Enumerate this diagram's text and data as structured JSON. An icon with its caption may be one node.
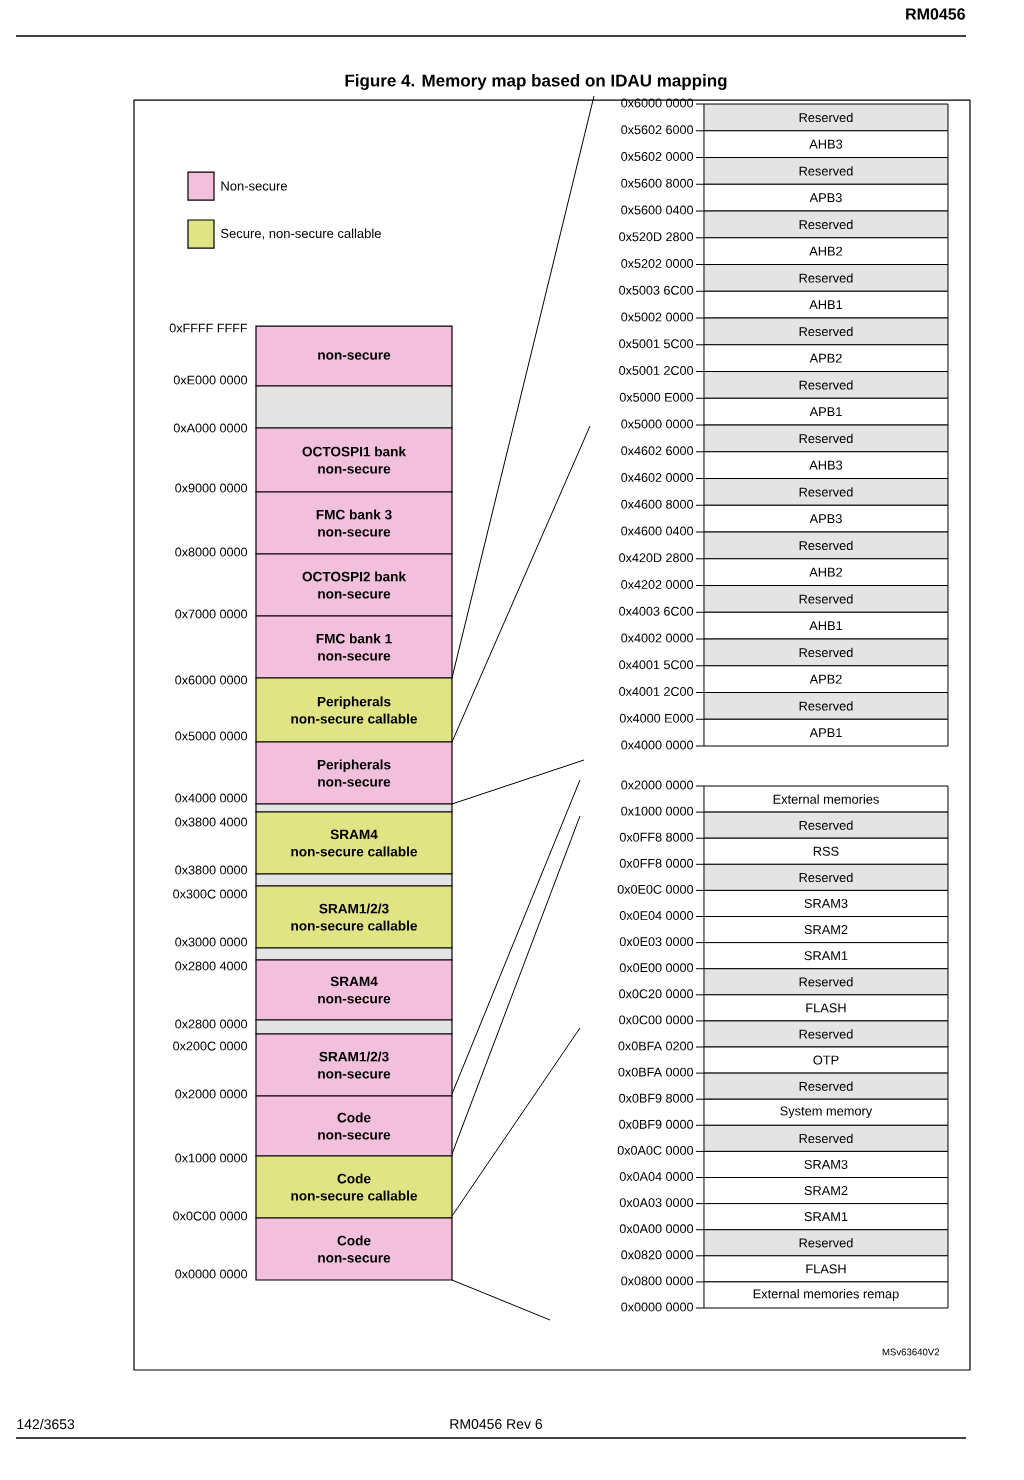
{
  "diagram": {
    "title": "Figure 4. Memory map based on IDAU mapping",
    "nodes": [
      {
        "text": [
          "non-secure"
        ]
      },
      {
        "text": [],
        "shape": "box"
      },
      {
        "text": [
          "OCTOSPI1 bank",
          "non-secure"
        ]
      },
      {
        "text": [
          "FMC bank 3",
          "non-secure"
        ]
      },
      {
        "text": [
          "OCTOSPI2 bank",
          "non-secure"
        ]
      },
      {
        "text": [
          "FMC bank 1",
          "non-secure"
        ]
      },
      {
        "text": [
          "Peripherals",
          "non-secure callable"
        ]
      },
      {
        "text": [
          "Peripherals",
          "non-secure"
        ]
      },
      {
        "text": [],
        "shape": "box"
      },
      {
        "text": [
          "SRAM4",
          "non-secure callable"
        ]
      },
      {
        "text": [],
        "shape": "box"
      },
      {
        "text": [
          "SRAM1/2/3",
          "non-secure callable"
        ]
      },
      {
        "text": [],
        "shape": "box"
      },
      {
        "text": [
          "SRAM4",
          "non-secure"
        ]
      },
      {
        "text": [],
        "shape": "box"
      },
      {
        "text": [
          "SRAM1/2/3",
          "non-secure"
        ]
      },
      {
        "text": [
          "Code",
          "non-secure"
        ]
      },
      {
        "text": [
          "Code",
          "non-secure callable"
        ]
      },
      {
        "text": [
          "Code",
          "non-secure"
        ]
      },
      {
        "text": [
          "Reserved"
        ]
      },
      {
        "text": [
          "AHB3"
        ]
      },
      {
        "text": [
          "Reserved"
        ]
      },
      {
        "text": [
          "APB3"
        ]
      },
      {
        "text": [
          "Reserved"
        ]
      },
      {
        "text": [
          "AHB2"
        ]
      },
      {
        "text": [
          "Reserved"
        ]
      },
      {
        "text": [
          "AHB1"
        ]
      },
      {
        "text": [
          "Reserved"
        ]
      },
      {
        "text": [
          "APB2"
        ]
      },
      {
        "text": [
          "Reserved"
        ]
      },
      {
        "text": [
          "APB1"
        ]
      },
      {
        "text": [
          "Reserved"
        ]
      },
      {
        "text": [
          "AHB3"
        ]
      },
      {
        "text": [
          "Reserved"
        ]
      },
      {
        "text": [
          "APB3"
        ]
      },
      {
        "text": [
          "Reserved"
        ]
      },
      {
        "text": [
          "AHB2"
        ]
      },
      {
        "text": [
          "Reserved"
        ]
      },
      {
        "text": [
          "AHB1"
        ]
      },
      {
        "text": [
          "Reserved"
        ]
      },
      {
        "text": [
          "APB2"
        ]
      },
      {
        "text": [
          "Reserved"
        ]
      },
      {
        "text": [
          "APB1"
        ]
      },
      {
        "text": [
          "External memories"
        ]
      },
      {
        "text": [
          "Reserved"
        ]
      },
      {
        "text": [
          "RSS"
        ]
      },
      {
        "text": [
          "Reserved"
        ]
      },
      {
        "text": [
          "SRAM3"
        ]
      },
      {
        "text": [
          "SRAM2"
        ]
      },
      {
        "text": [
          "SRAM1"
        ]
      },
      {
        "text": [
          "Reserved"
        ]
      },
      {
        "text": [
          "FLASH"
        ]
      },
      {
        "text": [
          "Reserved"
        ]
      },
      {
        "text": [
          "OTP"
        ]
      },
      {
        "text": [
          "Reserved"
        ]
      },
      {
        "text": [
          "System memory"
        ]
      },
      {
        "text": [
          "Reserved"
        ]
      },
      {
        "text": [
          "SRAM3"
        ]
      },
      {
        "text": [
          "SRAM2"
        ]
      },
      {
        "text": [
          "SRAM1"
        ]
      },
      {
        "text": [
          "Reserved"
        ]
      },
      {
        "text": [
          "FLASH"
        ]
      },
      {
        "text": [
          "External memories remap"
        ]
      }
    ],
    "labels": [
      "RM0456",
      "0xFFFF FFFF",
      "0xE000 0000",
      "0xA000 0000",
      "0x9000 0000",
      "0x8000 0000",
      "0x7000 0000",
      "0x6000 0000",
      "0x5000 0000",
      "0x4000 0000",
      "0x3800 4000",
      "0x3800 0000",
      "0x300C 0000",
      "0x3000 0000",
      "0x2800 4000",
      "0x2800 0000",
      "0x200C 0000",
      "0x2000 0000",
      "0x1000 0000",
      "0x0C00 0000",
      "0x0000 0000",
      "0x6000 0000",
      "0x5602 6000",
      "0x5602 0000",
      "0x5600 8000",
      "0x5600 0400",
      "0x520D 2800",
      "0x5202 0000",
      "0x5003 6C00",
      "0x5002 0000",
      "0x5001 5C00",
      "0x5001 2C00",
      "0x5000 E000",
      "0x5000 0000",
      "0x4602 6000",
      "0x4602 0000",
      "0x4600 8000",
      "0x4600 0400",
      "0x420D 2800",
      "0x4202 0000",
      "0x4003 6C00",
      "0x4002 0000",
      "0x4001 5C00",
      "0x4001 2C00",
      "0x4000 E000",
      "0x4000 0000",
      "0x2000 0000",
      "0x1000 0000",
      "0x0FF8 8000",
      "0x0FF8 0000",
      "0x0E0C 0000",
      "0x0E04 0000",
      "0x0E03 0000",
      "0x0E00 0000",
      "0x0C20 0000",
      "0x0C00 0000",
      "0x0BFA 0200",
      "0x0BFA 0000",
      "0x0BF9 8000",
      "0x0BF9 0000",
      "0x0A0C 0000",
      "0x0A04 0000",
      "0x0A03 0000",
      "0x0A00 0000",
      "0x0820 0000",
      "0x0800 0000",
      "0x0000 0000",
      "MSv63640V2",
      "142/3653",
      "RM0456 Rev 6"
    ],
    "legend": [
      {
        "text": "Non-secure",
        "color": "#f2c0dc"
      },
      {
        "text": "Secure, non-secure callable",
        "color": "#e0e484"
      }
    ]
  }
}
